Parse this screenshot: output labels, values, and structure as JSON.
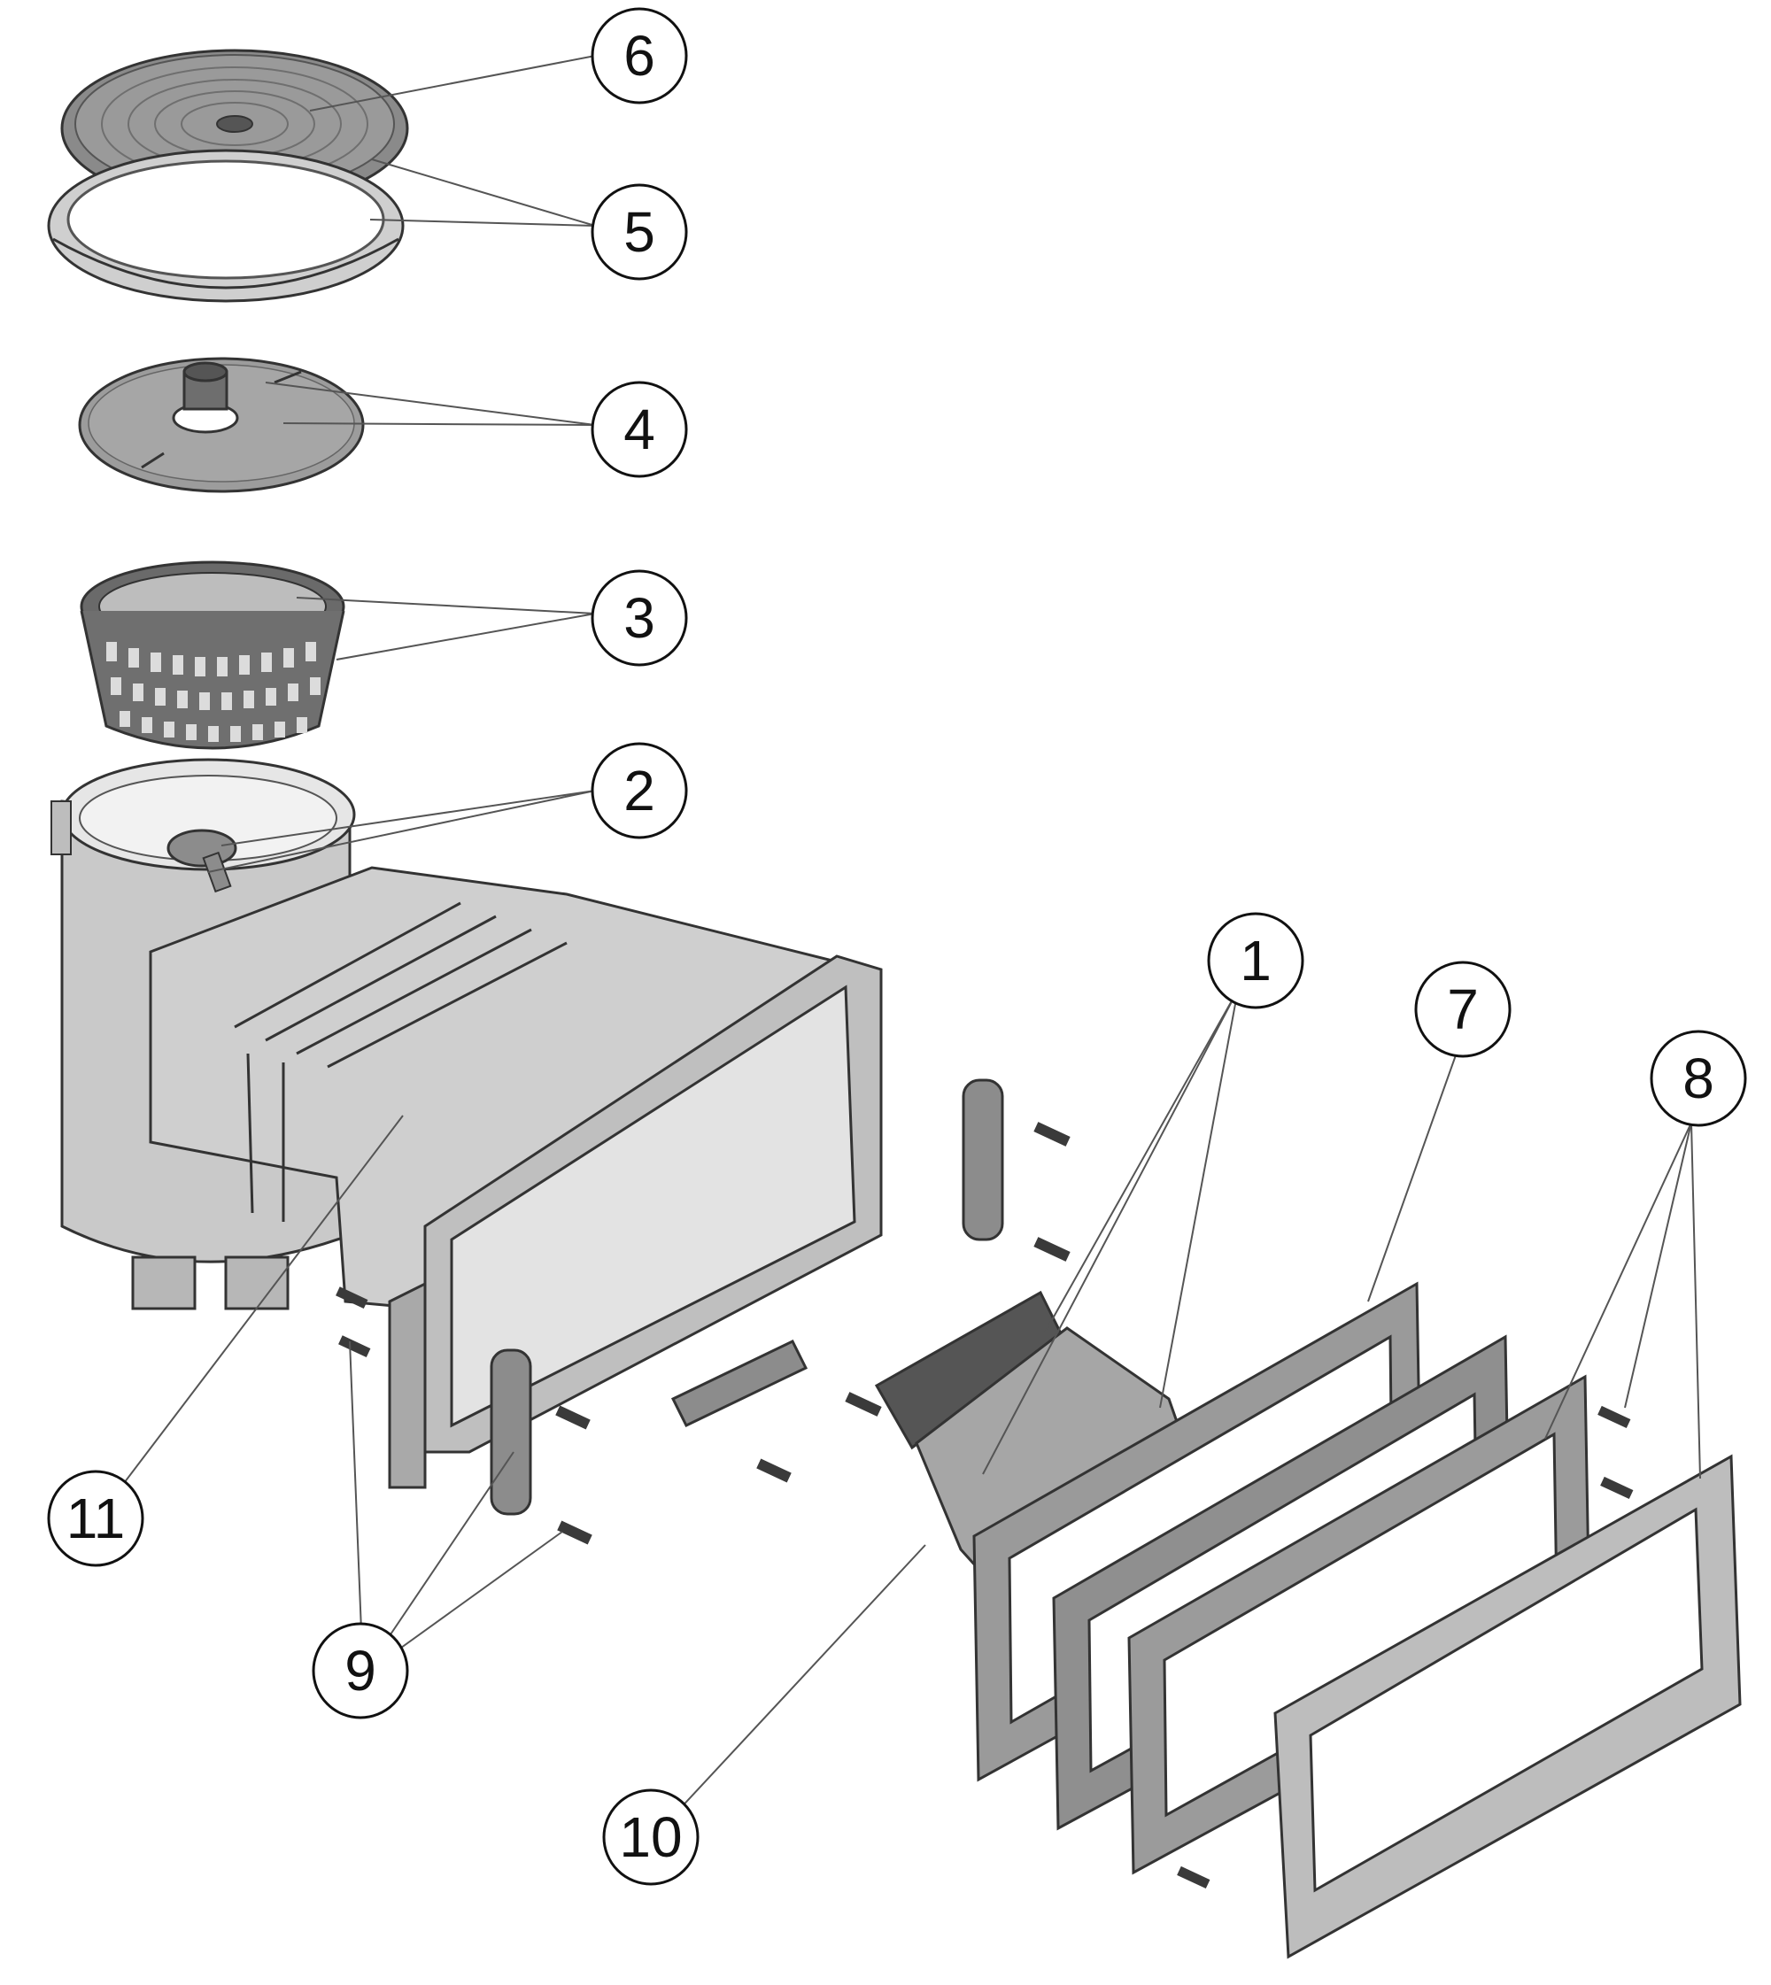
{
  "callouts": [
    {
      "id": "c1",
      "label": "1"
    },
    {
      "id": "c2",
      "label": "2"
    },
    {
      "id": "c3",
      "label": "3"
    },
    {
      "id": "c4",
      "label": "4"
    },
    {
      "id": "c5",
      "label": "5"
    },
    {
      "id": "c6",
      "label": "6"
    },
    {
      "id": "c7",
      "label": "7"
    },
    {
      "id": "c8",
      "label": "8"
    },
    {
      "id": "c9",
      "label": "9"
    },
    {
      "id": "c10",
      "label": "10"
    },
    {
      "id": "c11",
      "label": "11"
    }
  ],
  "colors": {
    "part_light": "#d6d6d6",
    "part_mid": "#a8a8a8",
    "part_dark": "#7a7a7a",
    "part_darker": "#555555",
    "outline": "#333333"
  }
}
